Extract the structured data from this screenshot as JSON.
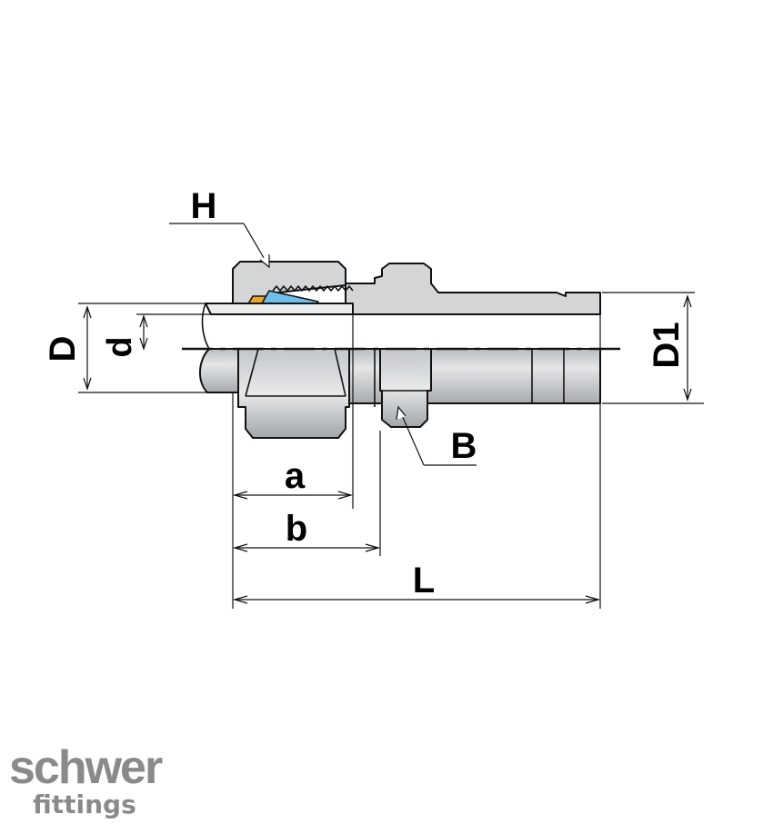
{
  "labels": {
    "H": "H",
    "D": "D",
    "d": "d",
    "D1": "D1",
    "B": "B",
    "a": "a",
    "b": "b",
    "L": "L"
  },
  "logo": {
    "brand": "schwer",
    "sub": "fittings"
  },
  "colors": {
    "metal": "#d2d4d6",
    "metal_dark": "#a9acaf",
    "outline": "#111111",
    "seal_orange": "#f0a51e",
    "ferrule_blue": "#6cc2ec",
    "logo_gray": "#8a8a8a"
  }
}
